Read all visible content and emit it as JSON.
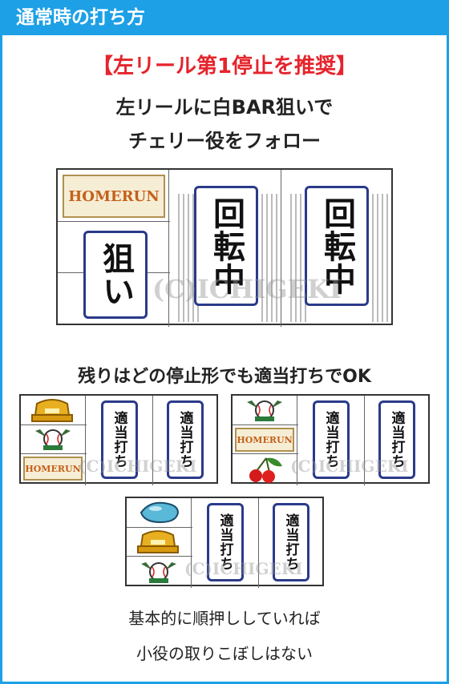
{
  "header": {
    "title": "通常時の打ち方"
  },
  "recommend": "【左リール第1停止を推奨】",
  "instruction": {
    "line1": "左リールに白BAR狙いで",
    "line2": "チェリー役をフォロー"
  },
  "main_reel": {
    "left_symbol": "HOMERUN",
    "aim_label": "狙い",
    "spin_label": "回転中",
    "watermark": "(C)ICHIGEKI"
  },
  "section2_title": "残りはどの停止形でも適当打ちでOK",
  "small_reels": {
    "label": "適当打ち",
    "homerun": "HOMERUN",
    "watermark": "(C)ICHIGEKI"
  },
  "footer": {
    "line1": "基本的に順押ししていれば",
    "line2": "小役の取りこぼしはない"
  },
  "colors": {
    "header_bg": "#1da0e6",
    "recommend": "#e5242c",
    "symbol_border": "#2a3a8a"
  },
  "icons": [
    "bell-icon",
    "replay-baseball-icon",
    "cherry-icon",
    "plum-icon"
  ]
}
